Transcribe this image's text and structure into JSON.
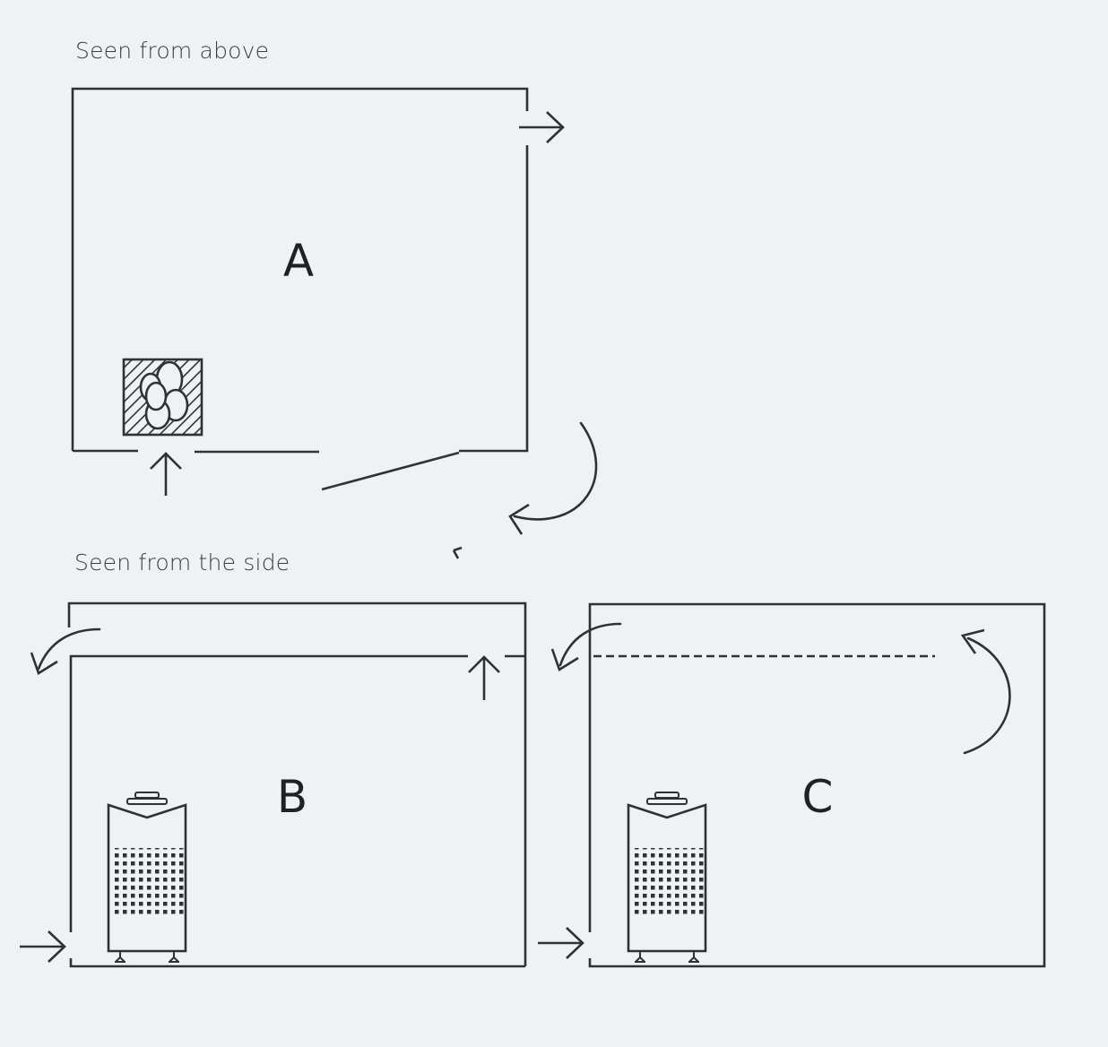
{
  "captions": {
    "top_view": "Seen from above",
    "side_view": "Seen from the side"
  },
  "rooms": {
    "a": "A",
    "b": "B",
    "c": "C"
  },
  "icons": {
    "heater_top": "sauna-heater-top-view-icon",
    "heater_side": "sauna-heater-side-view-icon",
    "flow": "airflow-arrow-icon"
  },
  "colors": {
    "background": "#eef2f5",
    "line": "#2f3235"
  }
}
